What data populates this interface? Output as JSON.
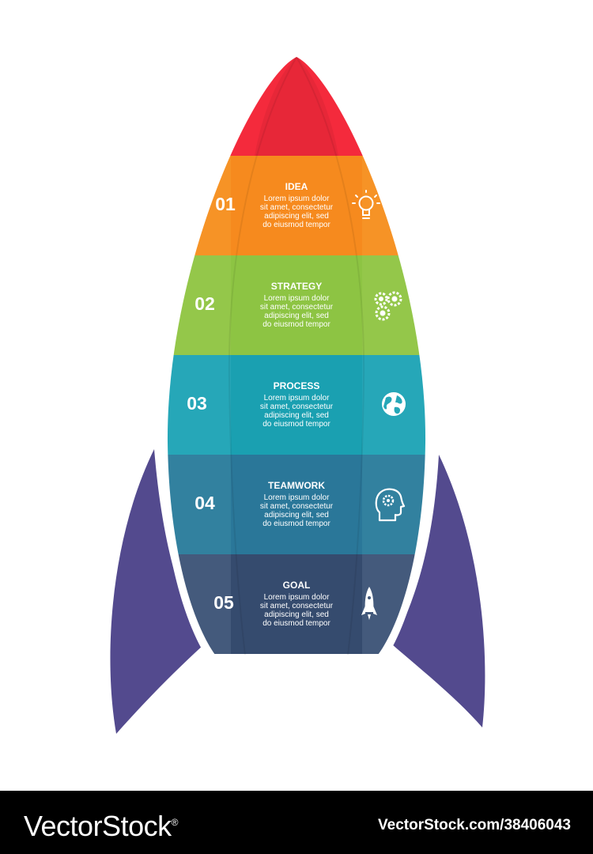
{
  "colors": {
    "nose": "#f42a3c",
    "fins": "#534a8e",
    "background": "#ffffff",
    "watermark_bar": "#000000"
  },
  "stages": [
    {
      "number": "01",
      "title": "IDEA",
      "lines": [
        "Lorem ipsum dolor",
        "sit amet, consectetur",
        "adipiscing elit, sed",
        "do eiusmod tempor"
      ],
      "icon": "lightbulb-icon",
      "color": "#f69326",
      "center_color": "#f68a1e"
    },
    {
      "number": "02",
      "title": "STRATEGY",
      "lines": [
        "Lorem ipsum dolor",
        "sit amet, consectetur",
        "adipiscing elit, sed",
        "do eiusmod tempor"
      ],
      "icon": "gears-icon",
      "color": "#94c74a",
      "center_color": "#8dc443"
    },
    {
      "number": "03",
      "title": "PROCESS",
      "lines": [
        "Lorem ipsum dolor",
        "sit amet, consectetur",
        "adipiscing elit, sed",
        "do eiusmod tempor"
      ],
      "icon": "globe-icon",
      "color": "#26a7b8",
      "center_color": "#1aa0b1"
    },
    {
      "number": "04",
      "title": "TEAMWORK",
      "lines": [
        "Lorem ipsum dolor",
        "sit amet, consectetur",
        "adipiscing elit, sed",
        "do eiusmod tempor"
      ],
      "icon": "head-gear-icon",
      "color": "#32819f",
      "center_color": "#2a7799"
    },
    {
      "number": "05",
      "title": "GOAL",
      "lines": [
        "Lorem ipsum dolor",
        "sit amet, consectetur",
        "adipiscing elit, sed",
        "do eiusmod tempor"
      ],
      "icon": "rocket-icon",
      "color": "#445a7c",
      "center_color": "#354b6e"
    }
  ],
  "watermark": {
    "logo": "VectorStock",
    "registered": "®",
    "id_text": "VectorStock.com/38406043"
  }
}
